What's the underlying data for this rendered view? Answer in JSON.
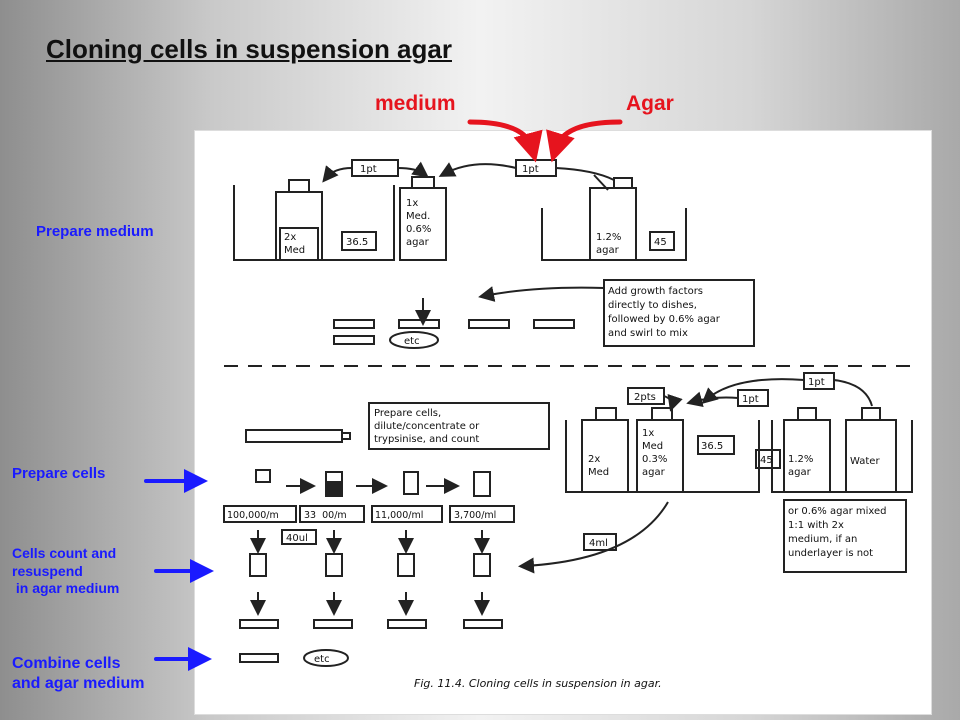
{
  "title": "Cloning cells in suspension agar",
  "top_labels": {
    "medium": "medium",
    "agar": "Agar"
  },
  "side_labels": {
    "prepare_medium": "Prepare medium",
    "prepare_cells": "Prepare cells",
    "cells_count_lines": [
      "Cells count and",
      "resuspend",
      " in agar medium"
    ],
    "combine_lines": [
      "Combine cells",
      "and agar medium"
    ]
  },
  "figure": {
    "caption": "Fig. 11.4.  Cloning cells in suspension in agar.",
    "top_section": {
      "pt_labels": [
        "1pt",
        "1pt"
      ],
      "bottle_2x": [
        "2x",
        "Med"
      ],
      "temp_left": "36.5",
      "bottle_mix": [
        "1x",
        "Med.",
        "0.6%",
        "agar"
      ],
      "bottle_agar": [
        "1.2%",
        "agar"
      ],
      "temp_right": "45",
      "growth_note": [
        "Add growth factors",
        "directly to dishes,",
        "followed by 0.6% agar",
        "and swirl to mix"
      ],
      "etc": "etc"
    },
    "bottom_section": {
      "pt_labels": [
        "2pts",
        "1pt",
        "1pt"
      ],
      "prepare_note": [
        "Prepare cells,",
        "dilute/concentrate or",
        "trypsinise, and count"
      ],
      "bottle_2x": [
        "2x",
        "Med"
      ],
      "bottle_mix": [
        "1x",
        "Med",
        "0.3%",
        "agar"
      ],
      "temp_left": "36.5",
      "temp_right": "45",
      "bottle_agar": [
        "1.2%",
        "agar"
      ],
      "bottle_water": "Water",
      "dilutions": [
        "100,000/m",
        "33  00/m",
        "11,000/ml",
        "3,700/ml"
      ],
      "volume_small": "40ul",
      "volume_large": "4ml",
      "underlayer_note": [
        "or 0.6% agar mixed",
        "1:1 with 2x",
        "medium, if an",
        "underlayer is not"
      ],
      "etc": "etc"
    }
  },
  "colors": {
    "red_arrow": "#e6141e",
    "blue_label": "#1a1aff"
  }
}
